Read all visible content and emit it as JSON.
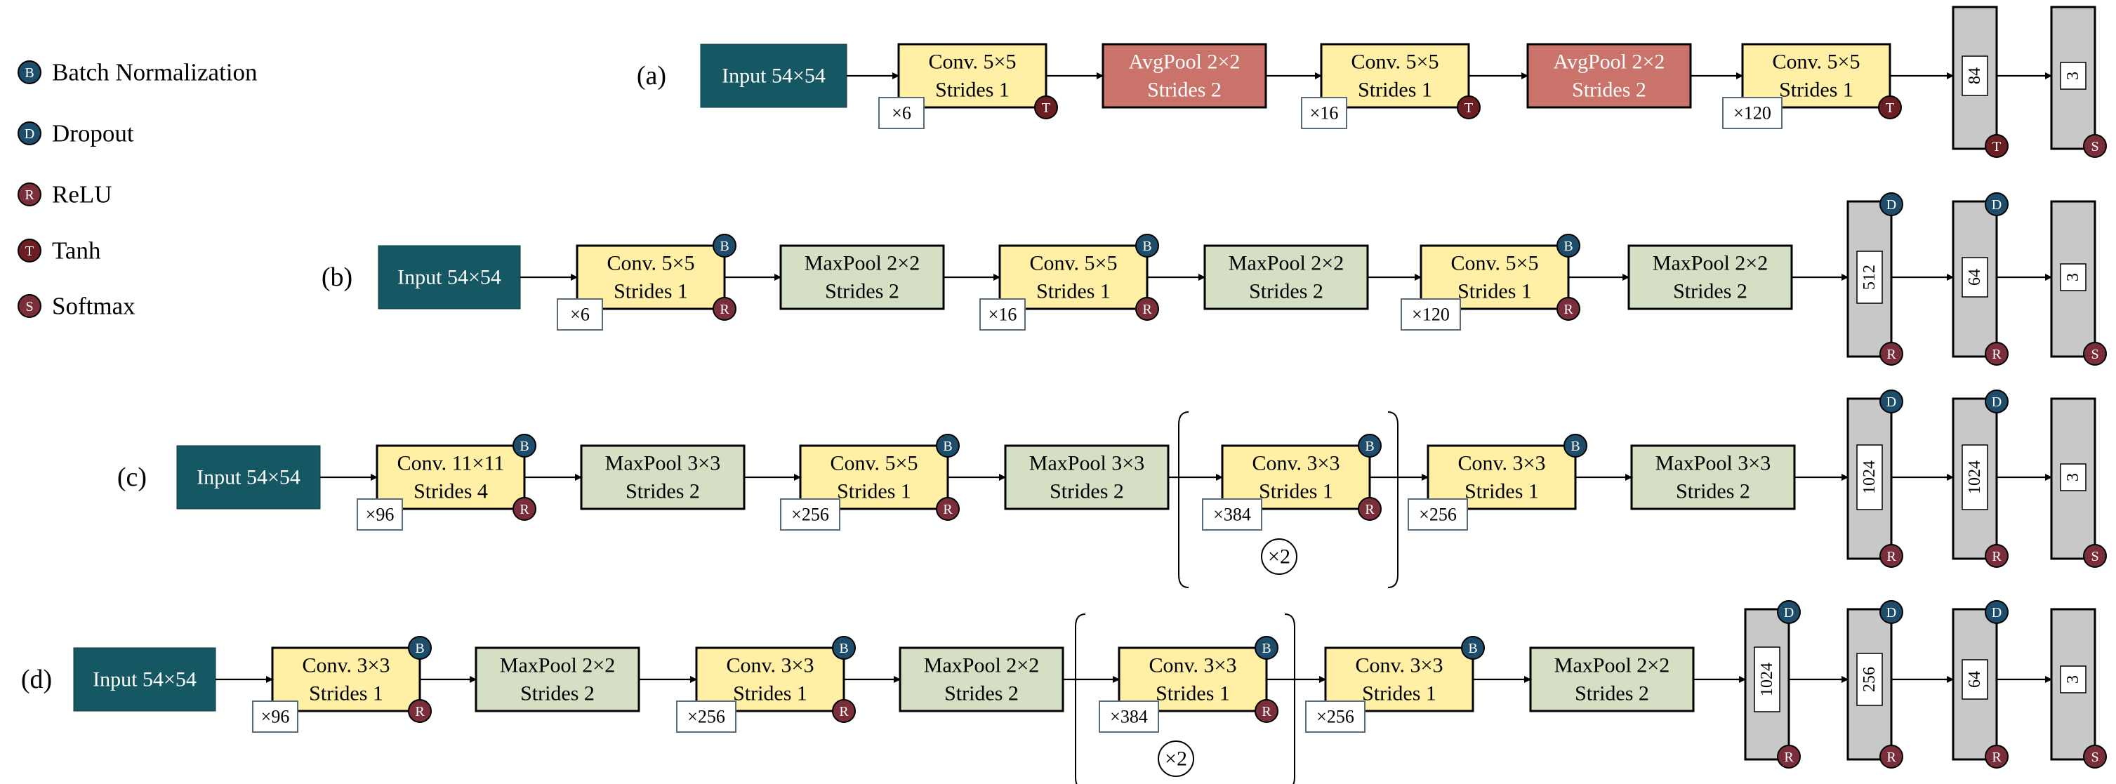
{
  "legend": [
    {
      "letter": "B",
      "label": "Batch Normalization",
      "color": "#1e4d6b"
    },
    {
      "letter": "D",
      "label": "Dropout",
      "color": "#1e4d6b"
    },
    {
      "letter": "R",
      "label": "ReLU",
      "color": "#7a2e3a"
    },
    {
      "letter": "T",
      "label": "Tanh",
      "color": "#6b1f22"
    },
    {
      "letter": "S",
      "label": "Softmax",
      "color": "#7a2e3a"
    }
  ],
  "colors": {
    "input": "#155763",
    "conv": "#fff0a6",
    "avgpool": "#c9736a",
    "maxpool": "#d4dfc4",
    "dense": "#c8c8c8",
    "badge_blue": "#1e4d6b",
    "badge_red": "#7a2e3a",
    "badge_tanh": "#6b1f22"
  },
  "rows": [
    {
      "tag": "(a)",
      "blocks": [
        {
          "kind": "input",
          "l1": "Input 54×54"
        },
        {
          "kind": "conv",
          "l1": "Conv. 5×5",
          "l2": "Strides 1",
          "filters": "×6",
          "act": "T"
        },
        {
          "kind": "avgpool",
          "l1": "AvgPool 2×2",
          "l2": "Strides 2"
        },
        {
          "kind": "conv",
          "l1": "Conv. 5×5",
          "l2": "Strides 1",
          "filters": "×16",
          "act": "T"
        },
        {
          "kind": "avgpool",
          "l1": "AvgPool 2×2",
          "l2": "Strides 2"
        },
        {
          "kind": "conv",
          "l1": "Conv. 5×5",
          "l2": "Strides 1",
          "filters": "×120",
          "act": "T"
        }
      ],
      "dense": [
        {
          "units": "84",
          "act": "T"
        },
        {
          "units": "3",
          "act": "S"
        }
      ]
    },
    {
      "tag": "(b)",
      "blocks": [
        {
          "kind": "input",
          "l1": "Input 54×54"
        },
        {
          "kind": "conv",
          "l1": "Conv. 5×5",
          "l2": "Strides 1",
          "filters": "×6",
          "bn": "B",
          "act": "R"
        },
        {
          "kind": "maxpool",
          "l1": "MaxPool 2×2",
          "l2": "Strides 2"
        },
        {
          "kind": "conv",
          "l1": "Conv. 5×5",
          "l2": "Strides 1",
          "filters": "×16",
          "bn": "B",
          "act": "R"
        },
        {
          "kind": "maxpool",
          "l1": "MaxPool 2×2",
          "l2": "Strides 2"
        },
        {
          "kind": "conv",
          "l1": "Conv. 5×5",
          "l2": "Strides 1",
          "filters": "×120",
          "bn": "B",
          "act": "R"
        },
        {
          "kind": "maxpool",
          "l1": "MaxPool 2×2",
          "l2": "Strides 2"
        }
      ],
      "dense": [
        {
          "units": "512",
          "drop": "D",
          "act": "R"
        },
        {
          "units": "64",
          "drop": "D",
          "act": "R"
        },
        {
          "units": "3",
          "act": "S"
        }
      ]
    },
    {
      "tag": "(c)",
      "blocks": [
        {
          "kind": "input",
          "l1": "Input 54×54"
        },
        {
          "kind": "conv",
          "l1": "Conv. 11×11",
          "l2": "Strides 4",
          "filters": "×96",
          "bn": "B",
          "act": "R"
        },
        {
          "kind": "maxpool",
          "l1": "MaxPool 3×3",
          "l2": "Strides 2"
        },
        {
          "kind": "conv",
          "l1": "Conv. 5×5",
          "l2": "Strides 1",
          "filters": "×256",
          "bn": "B",
          "act": "R"
        },
        {
          "kind": "maxpool",
          "l1": "MaxPool 3×3",
          "l2": "Strides 2"
        },
        {
          "kind": "conv",
          "l1": "Conv. 3×3",
          "l2": "Strides 1",
          "filters": "×384",
          "bn": "B",
          "act": "R",
          "repeat": "×2"
        },
        {
          "kind": "conv",
          "l1": "Conv. 3×3",
          "l2": "Strides 1",
          "filters": "×256",
          "bn": "B"
        },
        {
          "kind": "maxpool",
          "l1": "MaxPool 3×3",
          "l2": "Strides 2"
        }
      ],
      "dense": [
        {
          "units": "1024",
          "drop": "D",
          "act": "R"
        },
        {
          "units": "1024",
          "drop": "D",
          "act": "R"
        },
        {
          "units": "3",
          "act": "S"
        }
      ]
    },
    {
      "tag": "(d)",
      "blocks": [
        {
          "kind": "input",
          "l1": "Input 54×54"
        },
        {
          "kind": "conv",
          "l1": "Conv. 3×3",
          "l2": "Strides 1",
          "filters": "×96",
          "bn": "B",
          "act": "R"
        },
        {
          "kind": "maxpool",
          "l1": "MaxPool 2×2",
          "l2": "Strides 2"
        },
        {
          "kind": "conv",
          "l1": "Conv. 3×3",
          "l2": "Strides 1",
          "filters": "×256",
          "bn": "B",
          "act": "R"
        },
        {
          "kind": "maxpool",
          "l1": "MaxPool 2×2",
          "l2": "Strides 2"
        },
        {
          "kind": "conv",
          "l1": "Conv. 3×3",
          "l2": "Strides 1",
          "filters": "×384",
          "bn": "B",
          "act": "R",
          "repeat": "×2"
        },
        {
          "kind": "conv",
          "l1": "Conv. 3×3",
          "l2": "Strides 1",
          "filters": "×256",
          "bn": "B"
        },
        {
          "kind": "maxpool",
          "l1": "MaxPool 2×2",
          "l2": "Strides 2"
        }
      ],
      "dense": [
        {
          "units": "1024",
          "drop": "D",
          "act": "R"
        },
        {
          "units": "256",
          "drop": "D",
          "act": "R"
        },
        {
          "units": "64",
          "drop": "D",
          "act": "R"
        },
        {
          "units": "3",
          "act": "S"
        }
      ]
    }
  ]
}
